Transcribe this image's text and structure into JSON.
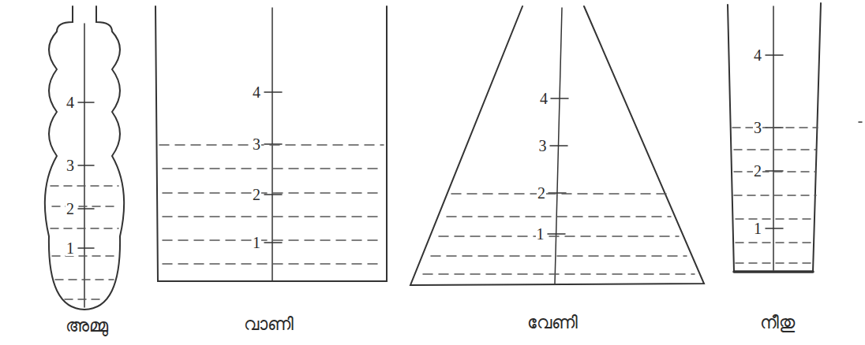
{
  "diagram": {
    "labels": [
      "4",
      "3",
      "2",
      "1",
      "അമ്മു",
      "4",
      "3",
      "2",
      "1",
      "വാണി",
      "4",
      "3",
      "2",
      "1",
      "വേണി",
      "4",
      "3",
      "2",
      "1",
      "നീതു"
    ]
  }
}
